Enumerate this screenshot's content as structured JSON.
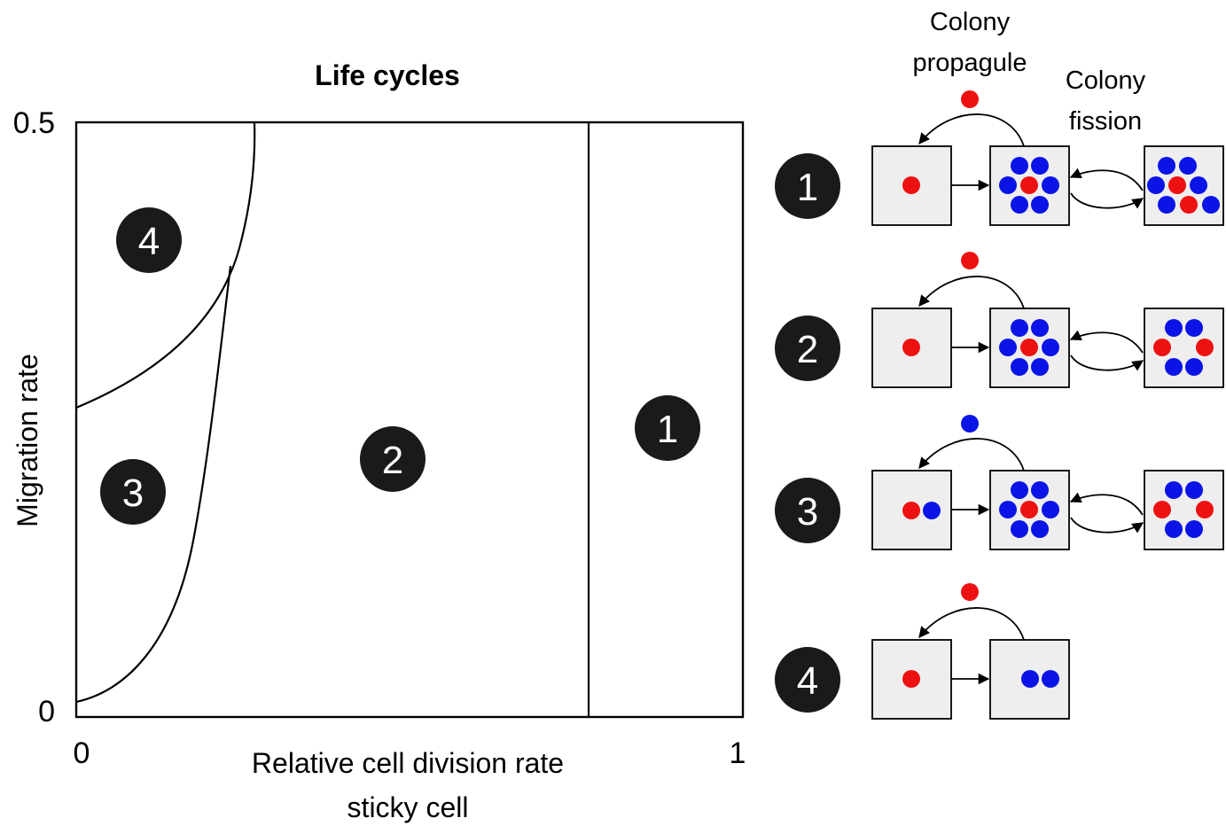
{
  "plot": {
    "title": "Life cycles",
    "ylabel": "Migration rate",
    "xlabel_line1": "Relative cell division rate",
    "xlabel_line2": "sticky cell",
    "y_tick_top": "0.5",
    "y_tick_bottom": "0",
    "x_tick_left": "0",
    "x_tick_right": "1",
    "regions": [
      {
        "label": "1"
      },
      {
        "label": "2"
      },
      {
        "label": "3"
      },
      {
        "label": "4"
      }
    ]
  },
  "schemes": {
    "header_propagule_line1": "Colony",
    "header_propagule_line2": "propagule",
    "header_fission_line1": "Colony",
    "header_fission_line2": "fission",
    "rows": [
      {
        "label": "1"
      },
      {
        "label": "2"
      },
      {
        "label": "3"
      },
      {
        "label": "4"
      }
    ]
  },
  "colors": {
    "red_cell": "#ee1111",
    "blue_cell": "#0a14e6",
    "badge": "#1a1a1a",
    "box_fill": "#eeeeee"
  }
}
